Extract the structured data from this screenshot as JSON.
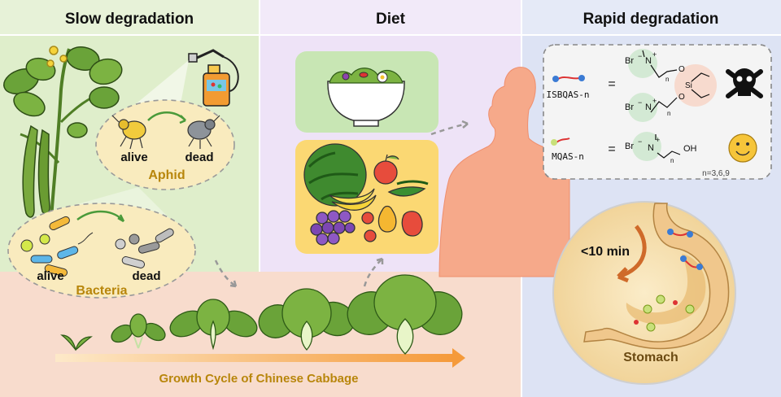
{
  "panels": {
    "slow_title": "Slow degradation",
    "diet_title": "Diet",
    "rapid_title": "Rapid degradation"
  },
  "aphid": {
    "alive": "alive",
    "dead": "dead",
    "name": "Aphid"
  },
  "bacteria": {
    "alive": "alive",
    "dead": "dead",
    "name": "Bacteria"
  },
  "growth_label": "Growth Cycle of Chinese Cabbage",
  "chem": {
    "isbqas": {
      "name": "ISBQAS-n",
      "eq": "=",
      "br": "Br",
      "neg": "−",
      "plus": "+",
      "n_label": "N",
      "sub": "n",
      "o": "O",
      "si": "Si"
    },
    "mqas": {
      "name": "MQAS-n",
      "eq": "=",
      "br": "Br",
      "neg": "−",
      "plus": "+",
      "n_label": "N",
      "sub": "n",
      "oh": "OH"
    },
    "n_values": "n=3,6,9"
  },
  "stomach": {
    "time": "<10 min",
    "label": "Stomach"
  },
  "colors": {
    "slow_bg": "#dfeecb",
    "diet_bg": "#eee3f7",
    "rapid_bg": "#dde3f4",
    "bottom_bg": "#f8dccd",
    "title_text": "#111111",
    "gold_text": "#b8860b",
    "brown_text": "#6b4a12"
  },
  "icons": [
    "sprayer-icon",
    "bean-plant-icon",
    "aphid-alive-icon",
    "aphid-dead-icon",
    "bacteria-icon",
    "cabbage-icon",
    "salad-icon",
    "fruit-icon",
    "human-silhouette-icon",
    "stomach-icon",
    "skull-icon",
    "smiley-icon",
    "molecule-icon"
  ]
}
